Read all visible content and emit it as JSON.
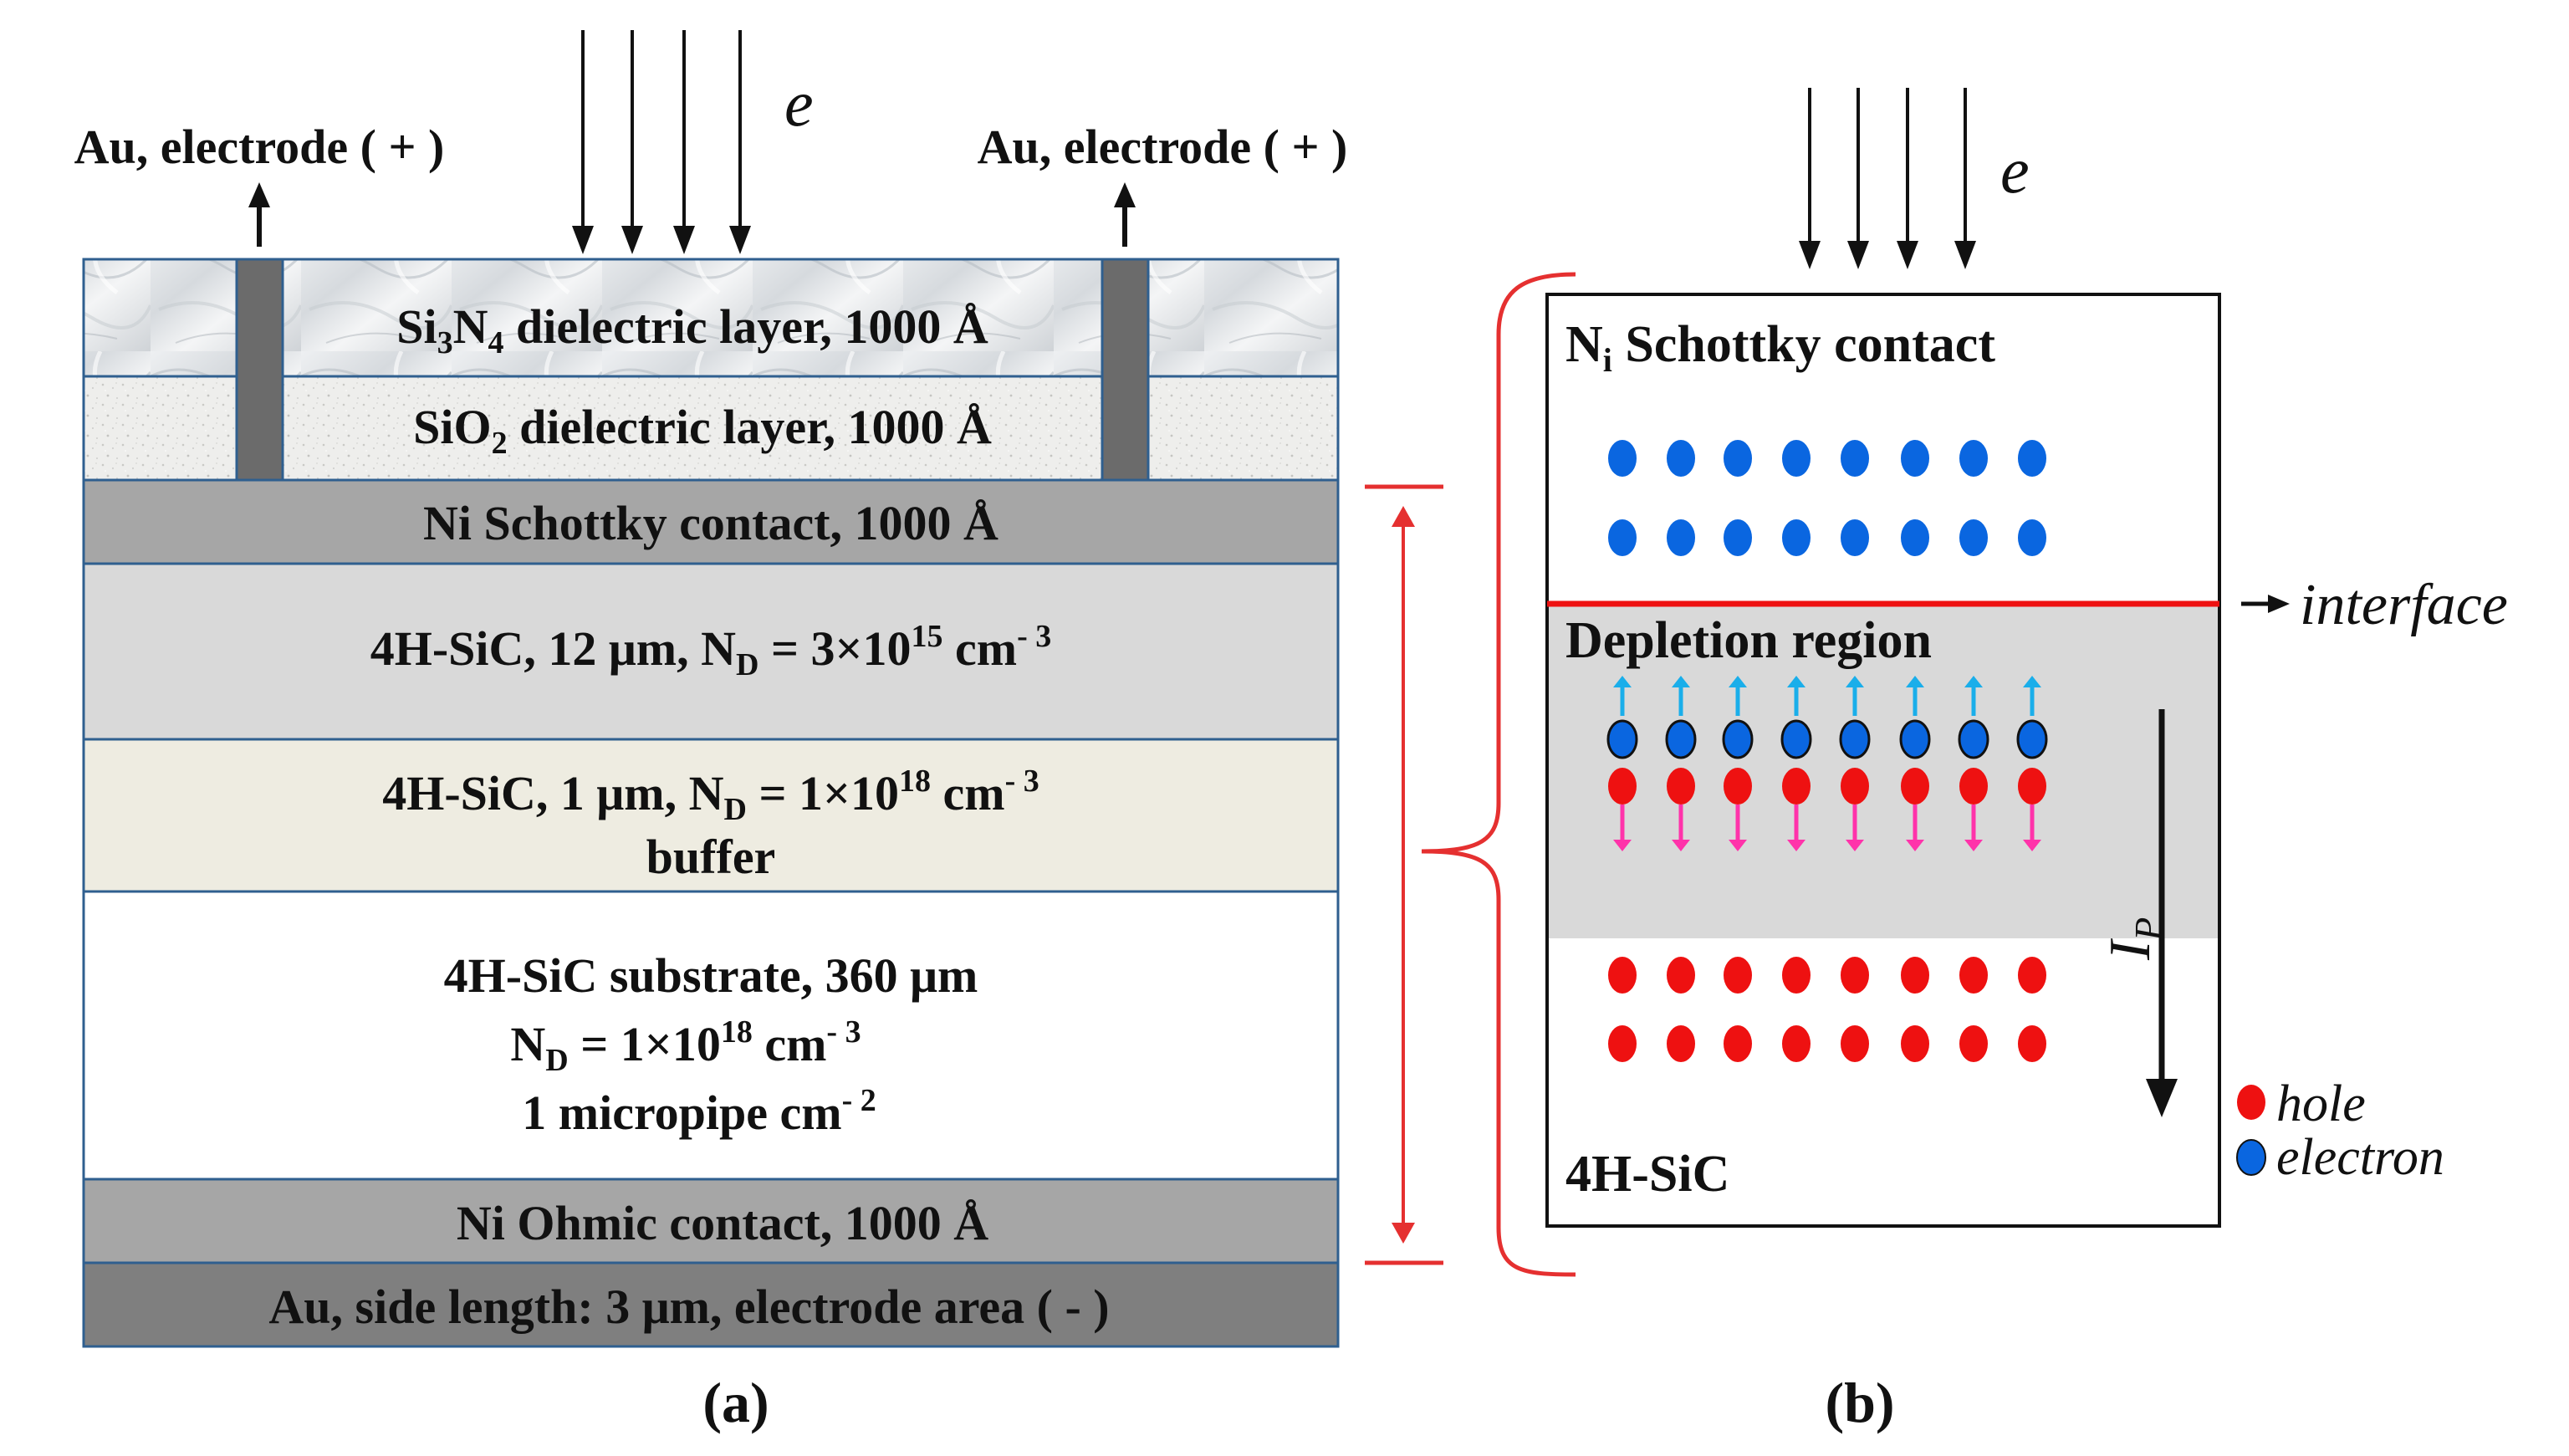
{
  "panel_a": {
    "au_left": "Au, electrode ( + )",
    "au_right": "Au, electrode ( + )",
    "beam_label": "e",
    "si3n4": {
      "pre": "Si",
      "s1": "3",
      "mid": "N",
      "s2": "4",
      "post": " dielectric layer, 1000 Å"
    },
    "sio2": {
      "pre": "SiO",
      "s1": "2",
      "post": " dielectric layer, 1000 Å"
    },
    "ni_schottky": "Ni Schottky contact, 1000 Å",
    "sic_12": {
      "pre": "4H-SiC, 12 μm, N",
      "sub": "D",
      "mid": " = 3×10",
      "sup": "15",
      "post": " cm",
      "sup2": "- 3"
    },
    "sic_1": {
      "pre": "4H-SiC, 1 μm, N",
      "sub": "D",
      "mid": " = 1×10",
      "sup": "18",
      "post": " cm",
      "sup2": "- 3"
    },
    "buffer": "buffer",
    "substrate_line1": "4H-SiC substrate, 360 μm",
    "substrate_line2": {
      "pre": "N",
      "sub": "D",
      "mid": " = 1×10",
      "sup": "18",
      "post": " cm",
      "sup2": "- 3"
    },
    "substrate_line3": {
      "pre": "1 micropipe cm",
      "sup": "- 2"
    },
    "ni_ohmic": "Ni Ohmic contact, 1000 Å",
    "au_bottom": "Au, side length: 3 μm, electrode area ( - )",
    "caption": "(a)"
  },
  "panel_b": {
    "beam_label": "e",
    "ni_contact": {
      "pre": "N",
      "sub": "i",
      "post": " Schottky contact"
    },
    "interface": "interface",
    "depletion": "Depletion region",
    "current": {
      "main": "I",
      "sub": "P"
    },
    "sic": "4H-SiC",
    "legend_hole": "hole",
    "legend_electron": "electron",
    "caption": "(b)"
  },
  "colors": {
    "electron": "#0a66e0",
    "hole": "#ee1111",
    "electron_arrow": "#1aaeea",
    "hole_arrow": "#ff33aa",
    "bracket": "#e53030",
    "interface_line": "#ee1111",
    "depletion_fill": "#d9d9d9"
  }
}
